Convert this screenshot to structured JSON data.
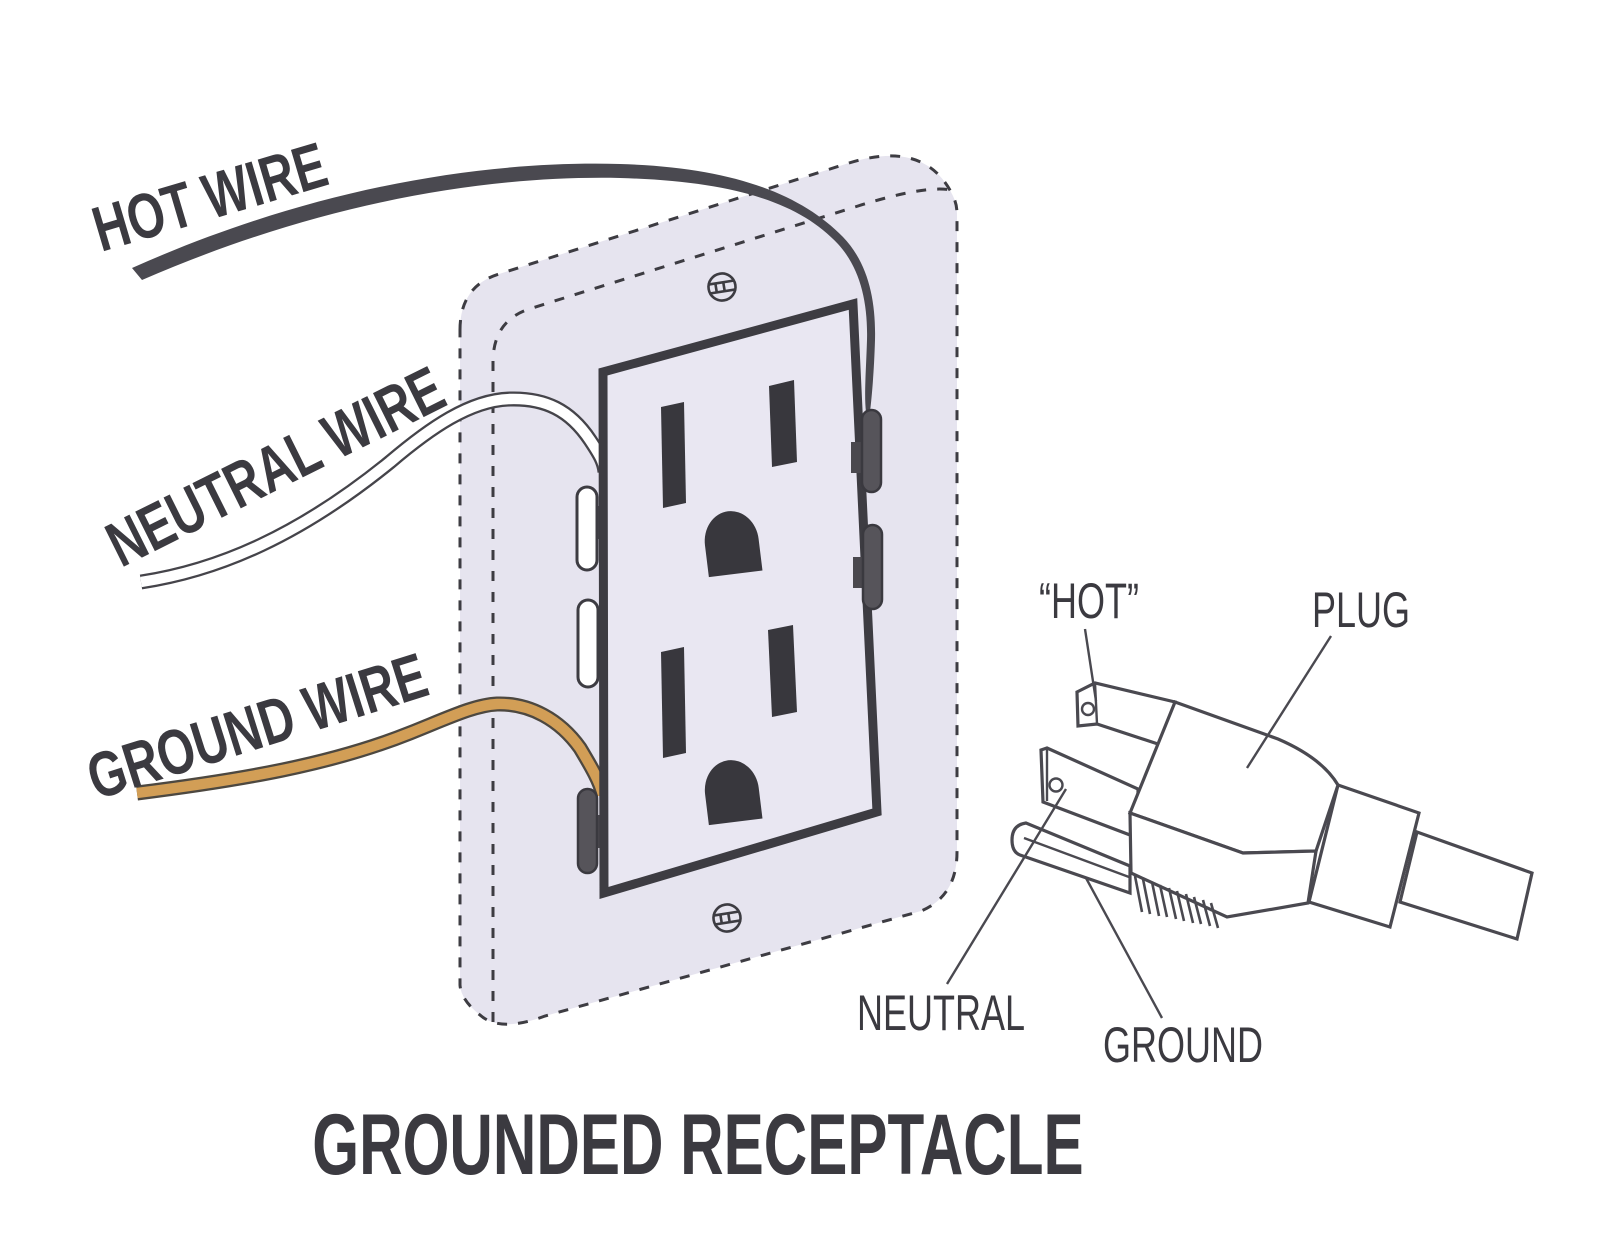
{
  "diagram": {
    "title": "GROUNDED RECEPTACLE",
    "wire_labels": {
      "hot": "HOT WIRE",
      "neutral": "NEUTRAL WIRE",
      "ground": "GROUND WIRE"
    },
    "plug_labels": {
      "hot": "“HOT”",
      "plug": "PLUG",
      "neutral": "NEUTRAL",
      "ground": "GROUND"
    },
    "colors": {
      "background": "#ffffff",
      "ink": "#3b3a40",
      "outline": "#4a4950",
      "slot_fill": "#38373d",
      "hot_wire": "#4a4950",
      "neutral_wire": "#ffffff",
      "ground_wire": "#d29e56",
      "terminal_screw": "#56545a",
      "wall_plate_fill": "#e6e4ef",
      "receptacle_face_fill": "#e9e7f2"
    }
  }
}
